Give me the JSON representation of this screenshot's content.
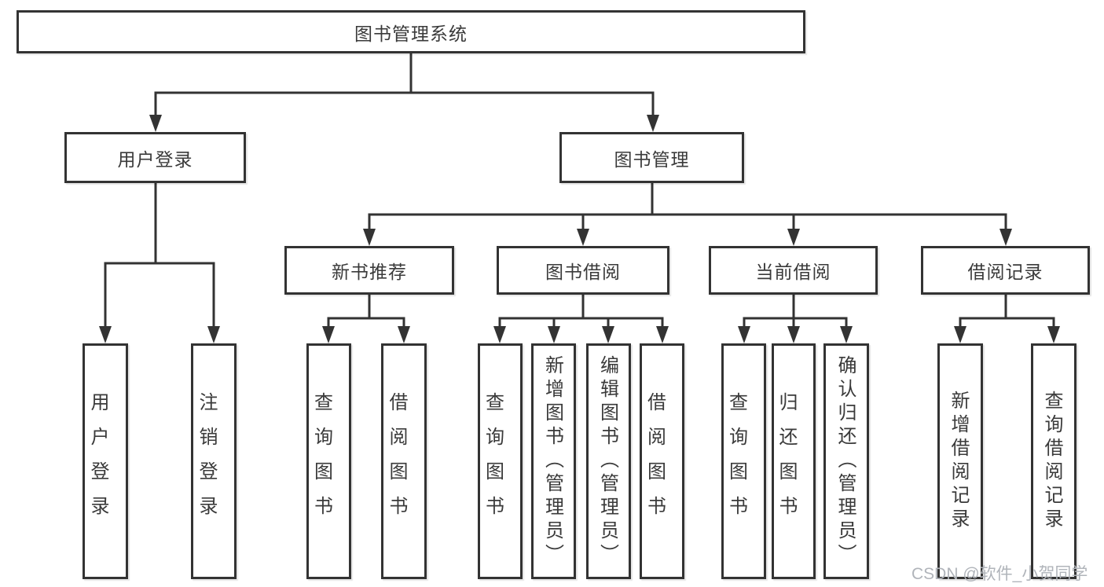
{
  "colors": {
    "line": "#333333",
    "box_border": "#333333",
    "text": "#3a3a3a",
    "watermark": "#b0b4ba",
    "background": "#ffffff"
  },
  "watermark": {
    "text": "CSDN @软件_小贺同学"
  },
  "tree": {
    "root": {
      "label": "图书管理系统",
      "children": [
        {
          "label": "用户登录",
          "children": [
            {
              "label": "用户登录"
            },
            {
              "label": "注销登录"
            }
          ]
        },
        {
          "label": "图书管理",
          "children": [
            {
              "label": "新书推荐",
              "children": [
                {
                  "label": "查询图书"
                },
                {
                  "label": "借阅图书"
                }
              ]
            },
            {
              "label": "图书借阅",
              "children": [
                {
                  "label": "查询图书"
                },
                {
                  "label": "新增图书（管理员）"
                },
                {
                  "label": "编辑图书（管理员）"
                },
                {
                  "label": "借阅图书"
                }
              ]
            },
            {
              "label": "当前借阅",
              "children": [
                {
                  "label": "查询图书"
                },
                {
                  "label": "归还图书"
                },
                {
                  "label": "确认归还（管理员）"
                }
              ]
            },
            {
              "label": "借阅记录",
              "children": [
                {
                  "label": "新增借阅记录"
                },
                {
                  "label": "查询借阅记录"
                }
              ]
            }
          ]
        }
      ]
    }
  }
}
